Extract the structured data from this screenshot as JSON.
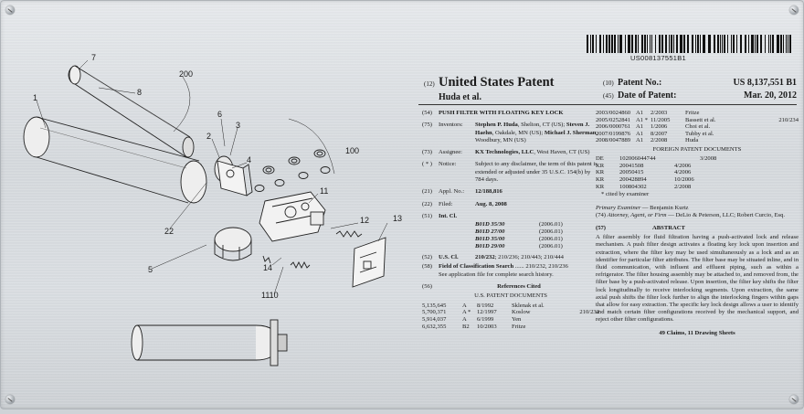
{
  "barcode": {
    "doc_number": "US008137551B1"
  },
  "header": {
    "left_code": "(12)",
    "title": "United States Patent",
    "authors": "Huda et al.",
    "patent_no_code": "(10)",
    "patent_no_label": "Patent No.:",
    "patent_no_value": "US 8,137,551 B1",
    "date_code": "(45)",
    "date_label": "Date of Patent:",
    "date_value": "Mar. 20, 2012"
  },
  "left_column": {
    "title_code": "(54)",
    "title": "PUSH FILTER WITH FLOATING KEY LOCK",
    "inventors_code": "(75)",
    "inventors_label": "Inventors:",
    "inventors": [
      "Stephen P. Huda",
      ", Shelton, CT (US);",
      "Steven J. Haehn",
      ", Oakdale, MN (US);",
      "Michael J. Sherman",
      ", Woodbury, MN (US)"
    ],
    "assignee_code": "(73)",
    "assignee_label": "Assignee:",
    "assignee_name": "KX Technologies, LLC",
    "assignee_loc": ", West Haven, CT (US)",
    "notice_code": "( * )",
    "notice_label": "Notice:",
    "notice_text": "Subject to any disclaimer, the term of this patent is extended or adjusted under 35 U.S.C. 154(b) by 784 days.",
    "appl_code": "(21)",
    "appl_label": "Appl. No.:",
    "appl_value": "12/188,816",
    "filed_code": "(22)",
    "filed_label": "Filed:",
    "filed_value": "Aug. 8, 2008",
    "intcl_code": "(51)",
    "intcl_label": "Int. Cl.",
    "ipc": [
      {
        "c": "B01D 35/30",
        "d": "(2006.01)"
      },
      {
        "c": "B01D 27/00",
        "d": "(2006.01)"
      },
      {
        "c": "B01D 35/00",
        "d": "(2006.01)"
      },
      {
        "c": "B01D 29/00",
        "d": "(2006.01)"
      }
    ],
    "uscl_code": "(52)",
    "uscl_label": "U.S. Cl.",
    "uscl_value": "210/232",
    "uscl_rest": "; 210/236; 210/443; 210/444",
    "field_code": "(58)",
    "field_label": "Field of Classification Search",
    "field_value": "210/232, 210/236",
    "field_note": "See application file for complete search history.",
    "refs_code": "(56)",
    "refs_title": "References Cited",
    "us_docs_title": "U.S. PATENT DOCUMENTS",
    "us_docs": [
      {
        "n": "5,135,645",
        "k": "A",
        "d": "8/1992",
        "nm": "Sklenak et al.",
        "cl": ""
      },
      {
        "n": "5,700,371",
        "k": "A *",
        "d": "12/1997",
        "nm": "Koslow",
        "cl": "210/232"
      },
      {
        "n": "5,914,037",
        "k": "A",
        "d": "6/1999",
        "nm": "Yen",
        "cl": ""
      },
      {
        "n": "6,632,355",
        "k": "B2",
        "d": "10/2003",
        "nm": "Fritze",
        "cl": ""
      }
    ]
  },
  "right_column": {
    "us_docs_cont": [
      {
        "n": "2003/0024860",
        "k": "A1",
        "d": "2/2003",
        "nm": "Fritze",
        "cl": ""
      },
      {
        "n": "2005/0252841",
        "k": "A1 *",
        "d": "11/2005",
        "nm": "Bassett et al.",
        "cl": "210/234"
      },
      {
        "n": "2006/0000761",
        "k": "A1",
        "d": "1/2006",
        "nm": "Choi et al.",
        "cl": ""
      },
      {
        "n": "2007/0199876",
        "k": "A1",
        "d": "8/2007",
        "nm": "Tubby et al.",
        "cl": ""
      },
      {
        "n": "2008/0047889",
        "k": "A1",
        "d": "2/2008",
        "nm": "Huda",
        "cl": ""
      }
    ],
    "foreign_title": "FOREIGN PATENT DOCUMENTS",
    "foreign_docs": [
      {
        "cc": "DE",
        "n": "102006044744",
        "k": "",
        "d": "3/2008"
      },
      {
        "cc": "KR",
        "n": "20041508",
        "k": "4/2006",
        "d": ""
      },
      {
        "cc": "KR",
        "n": "20050415",
        "k": "4/2006",
        "d": ""
      },
      {
        "cc": "KR",
        "n": "200428894",
        "k": "10/2006",
        "d": ""
      },
      {
        "cc": "KR",
        "n": "100804302",
        "k": "2/2008",
        "d": ""
      }
    ],
    "cited_note": "* cited by examiner",
    "examiner_label": "Primary Examiner",
    "examiner_value": " — Benjamin Kurtz",
    "attorney_code": "(74)",
    "attorney_label": "Attorney, Agent, or Firm",
    "attorney_value": " — DeLio & Peterson, LLC; Robert Curcio, Esq.",
    "abstract_code": "(57)",
    "abstract_title": "ABSTRACT",
    "abstract_text": "A filter assembly for fluid filtration having a push-activated lock and release mechanism. A push filter design activates a floating key lock upon insertion and extraction, where the filter key may be used simultaneously as a lock and as an identifier for particular filter attributes. The filter base may be situated inline, and in fluid communication, with influent and effluent piping, such as within a refrigerator. The filter housing assembly may be attached to, and removed from, the filter base by a push-activated release. Upon insertion, the filter key shifts the filter lock longitudinally to receive interlocking segments. Upon extraction, the same axial push shifts the filter lock further to align the interlocking fingers within gaps that allow for easy extraction. The specific key lock design allows a user to identify and match certain filter configurations received by the mechanical support, and reject other filter configurations.",
    "claims": "49 Claims, 11 Drawing Sheets"
  },
  "drawing": {
    "labels": [
      "7",
      "200",
      "8",
      "1",
      "6",
      "3",
      "2",
      "4",
      "100",
      "11",
      "12",
      "13",
      "22",
      "5",
      "14",
      "1110"
    ]
  },
  "colors": {
    "plate": "#d9dde1",
    "ink": "#1a1a1a"
  }
}
